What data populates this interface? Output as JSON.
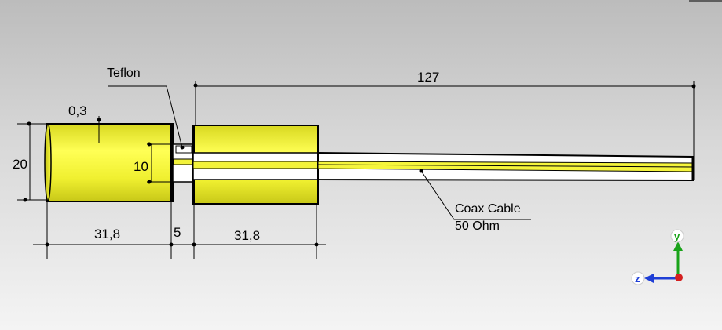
{
  "labels": {
    "teflon": "Teflon",
    "coax_line1": "Coax Cable",
    "coax_line2": "50 Ohm"
  },
  "dimensions": {
    "outer_length": "127",
    "wall_thickness": "0,3",
    "outer_diameter": "20",
    "inner_diameter": "10",
    "left_cylinder_length": "31,8",
    "gap_length": "5",
    "right_cylinder_length": "31,8"
  },
  "axes": {
    "y": "y",
    "z": "z"
  },
  "colors": {
    "conductor": "#f2f23a",
    "conductor_shade": "#c8c81c",
    "dielectric": "#ffffff",
    "axis_y": "#19a319",
    "axis_z": "#1f3fd6",
    "axis_x": "#d42020"
  }
}
